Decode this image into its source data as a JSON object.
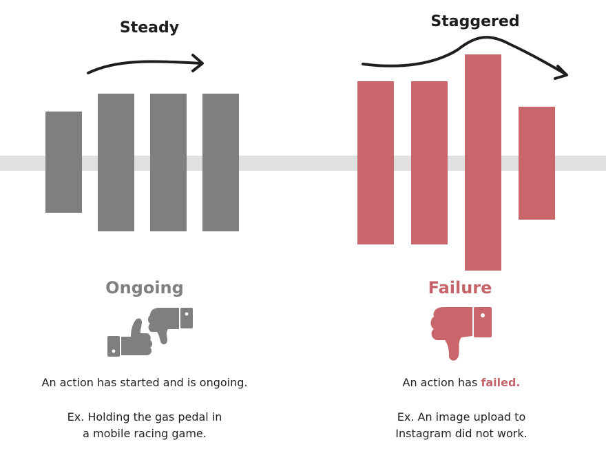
{
  "colors": {
    "gray_bar": "#7f7f7f",
    "red_bar": "#c8666b",
    "center_band": "#e0e0e0",
    "arrow": "#1e1e1e",
    "failure_text": "#c4636a",
    "ongoing_text": "#7f7f7f"
  },
  "left": {
    "title": "Steady",
    "status": "Ongoing",
    "icon": "thumbs-up-and-down-icon",
    "description": "An action has started and is ongoing.",
    "example_line1": "Ex. Holding the gas pedal in",
    "example_line2": "a mobile racing game."
  },
  "right": {
    "title": "Staggered",
    "status": "Failure",
    "icon": "thumbs-down-icon",
    "description_prefix": "An action has ",
    "description_highlight": "failed.",
    "example_line1": "Ex. An image upload to",
    "example_line2": "Instagram did not work."
  }
}
